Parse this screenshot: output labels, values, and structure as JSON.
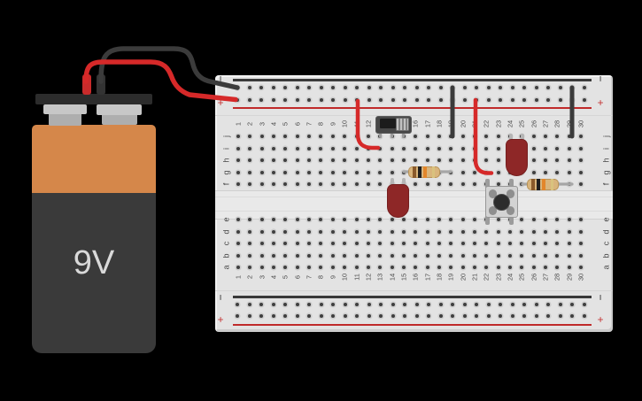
{
  "battery": {
    "label": "9V",
    "label_color": "#d9d9d9",
    "sleeve_orange": "#d5874a",
    "sleeve_dark": "#3a3a3a"
  },
  "wires": {
    "red": "#d62929",
    "black": "#3b3b3b",
    "lead": "#a6a6a6"
  },
  "breadboard": {
    "column_labels": [
      "1",
      "2",
      "3",
      "4",
      "5",
      "6",
      "7",
      "8",
      "9",
      "10",
      "11",
      "12",
      "13",
      "14",
      "15",
      "16",
      "17",
      "18",
      "19",
      "20",
      "21",
      "22",
      "23",
      "24",
      "25",
      "26",
      "27",
      "28",
      "29",
      "30"
    ],
    "row_labels_top": [
      "j",
      "i",
      "h",
      "g",
      "f"
    ],
    "row_labels_bottom": [
      "e",
      "d",
      "c",
      "b",
      "a"
    ],
    "rail_minus_label": "−",
    "rail_plus_label": "+",
    "minus_line_color": "#3a3a3a",
    "plus_line_color": "#c02b2b",
    "board_color": "#e3e3e3"
  },
  "components": {
    "slide_switch": {
      "body_color": "#474747",
      "knob_color": "#b5b5b5"
    },
    "led": {
      "body_color": "#8e2727",
      "border_color": "#751f1f"
    },
    "resistor": {
      "body_color": "#d9b57c",
      "band_colors": [
        "#8a5a2b",
        "#1e1e1e",
        "#e2862b",
        "#d9c27e"
      ]
    },
    "pushbutton": {
      "body_color": "#d3d3d3",
      "cap_color": "#2c2c2c",
      "screw_color": "#8f8f8f"
    }
  }
}
